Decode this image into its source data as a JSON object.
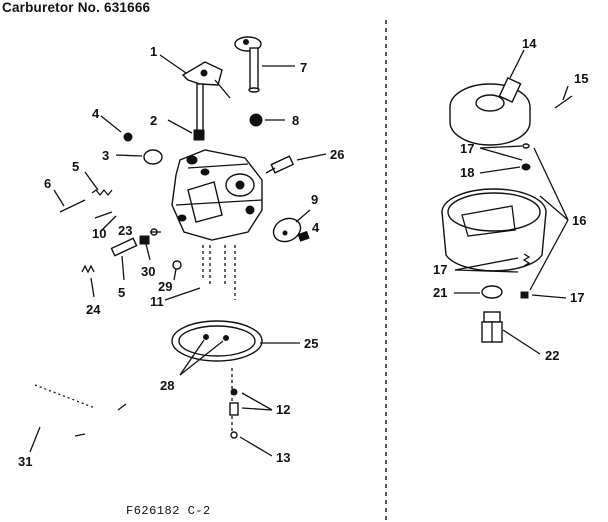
{
  "title": "Carburetor No. 631666",
  "footer": "F626182   C-2",
  "callouts": [
    "1",
    "2",
    "3",
    "4",
    "5",
    "6",
    "7",
    "8",
    "9",
    "10",
    "11",
    "12",
    "13",
    "14",
    "15",
    "16",
    "17",
    "18",
    "21",
    "22",
    "23",
    "24",
    "25",
    "26",
    "28",
    "29",
    "30",
    "31"
  ]
}
